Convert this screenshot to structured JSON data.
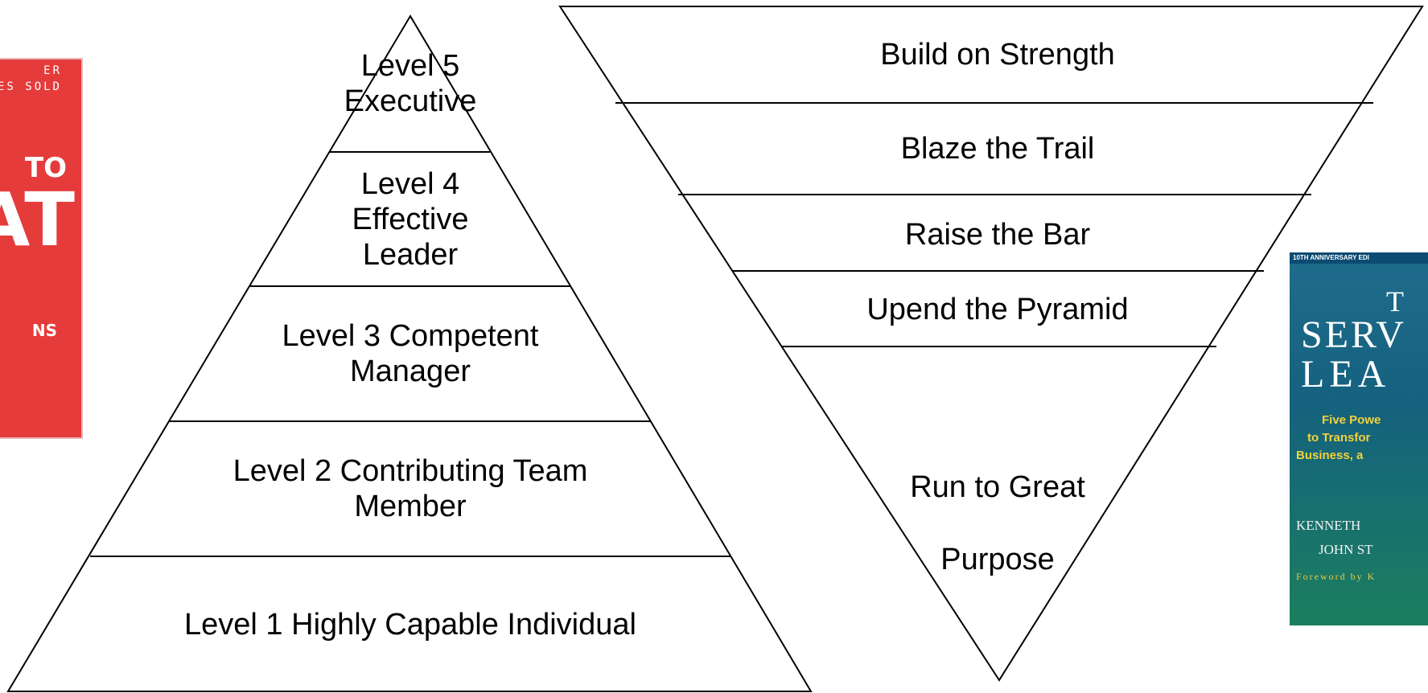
{
  "pyramid": {
    "levels": [
      "Level 5 Executive",
      "Level 4 Effective Leader",
      "Level 3 Competent Manager",
      "Level 2 Contributing Team Member",
      "Level 1 Highly Capable Individual"
    ],
    "l5_line1": "Level 5",
    "l5_line2": "Executive",
    "l4_line1": "Level 4",
    "l4_line2": "Effective",
    "l4_line3": "Leader",
    "l3_line1": "Level 3 Competent",
    "l3_line2": "Manager",
    "l2_line1": "Level 2 Contributing Team",
    "l2_line2": "Member",
    "l1_line1": "Level 1 Highly Capable Individual"
  },
  "inverted_pyramid": {
    "bands": [
      "Build on Strength",
      "Blaze the Trail",
      "Raise the Bar",
      "Upend the Pyramid",
      "Run to Great Purpose"
    ],
    "b1": "Build on Strength",
    "b2": "Blaze the Trail",
    "b3": "Raise the Bar",
    "b4": "Upend the Pyramid",
    "b5_line1": "Run to Great",
    "b5_line2": "Purpose"
  },
  "book_left": {
    "line1": "ER",
    "line2": "ES SOLD",
    "big1": "TO",
    "big2": "AT",
    "author": "NS",
    "color": "#e63b3b"
  },
  "book_right": {
    "edition": "10TH ANNIVERSARY EDI",
    "title1": "T",
    "title2": "SERV",
    "title3": "LEA",
    "sub1": "Five Powe",
    "sub2": "to Transfor",
    "sub3": "Business, a",
    "author1": "KENNETH",
    "author2": "JOHN ST",
    "foreword": "Foreword by K",
    "color": "#1a5e7a"
  }
}
